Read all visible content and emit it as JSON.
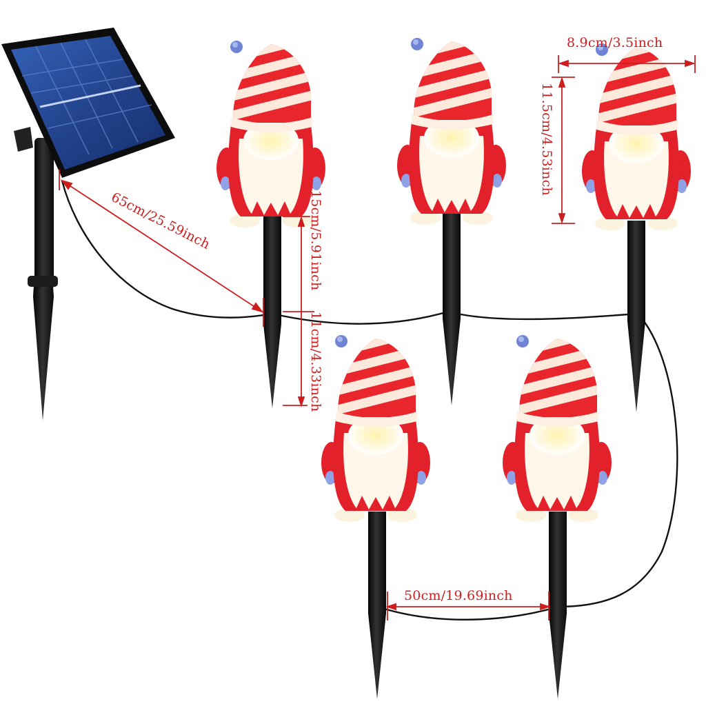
{
  "colors": {
    "dimension": "#cc1e1e",
    "hat_red": "#e8262c",
    "hat_stripe": "#fbe9dc",
    "body_red": "#e3212a",
    "beard": "#fff7ea",
    "face_glow": "#fff4c4",
    "panel_blue": "#2a4f9c",
    "stake": "#161616"
  },
  "dimensions": {
    "cable_solar_to_first": "65cm/25.59inch",
    "stake_full": "15cm/5.91inch",
    "stake_spike": "11cm/4.33inch",
    "gnome_width": "8.9cm/3.5inch",
    "gnome_height": "11.5cm/4.53inch",
    "cable_between": "50cm/19.69inch"
  },
  "objects": {
    "solar_panel": "solar-panel",
    "gnome_count": 5
  }
}
